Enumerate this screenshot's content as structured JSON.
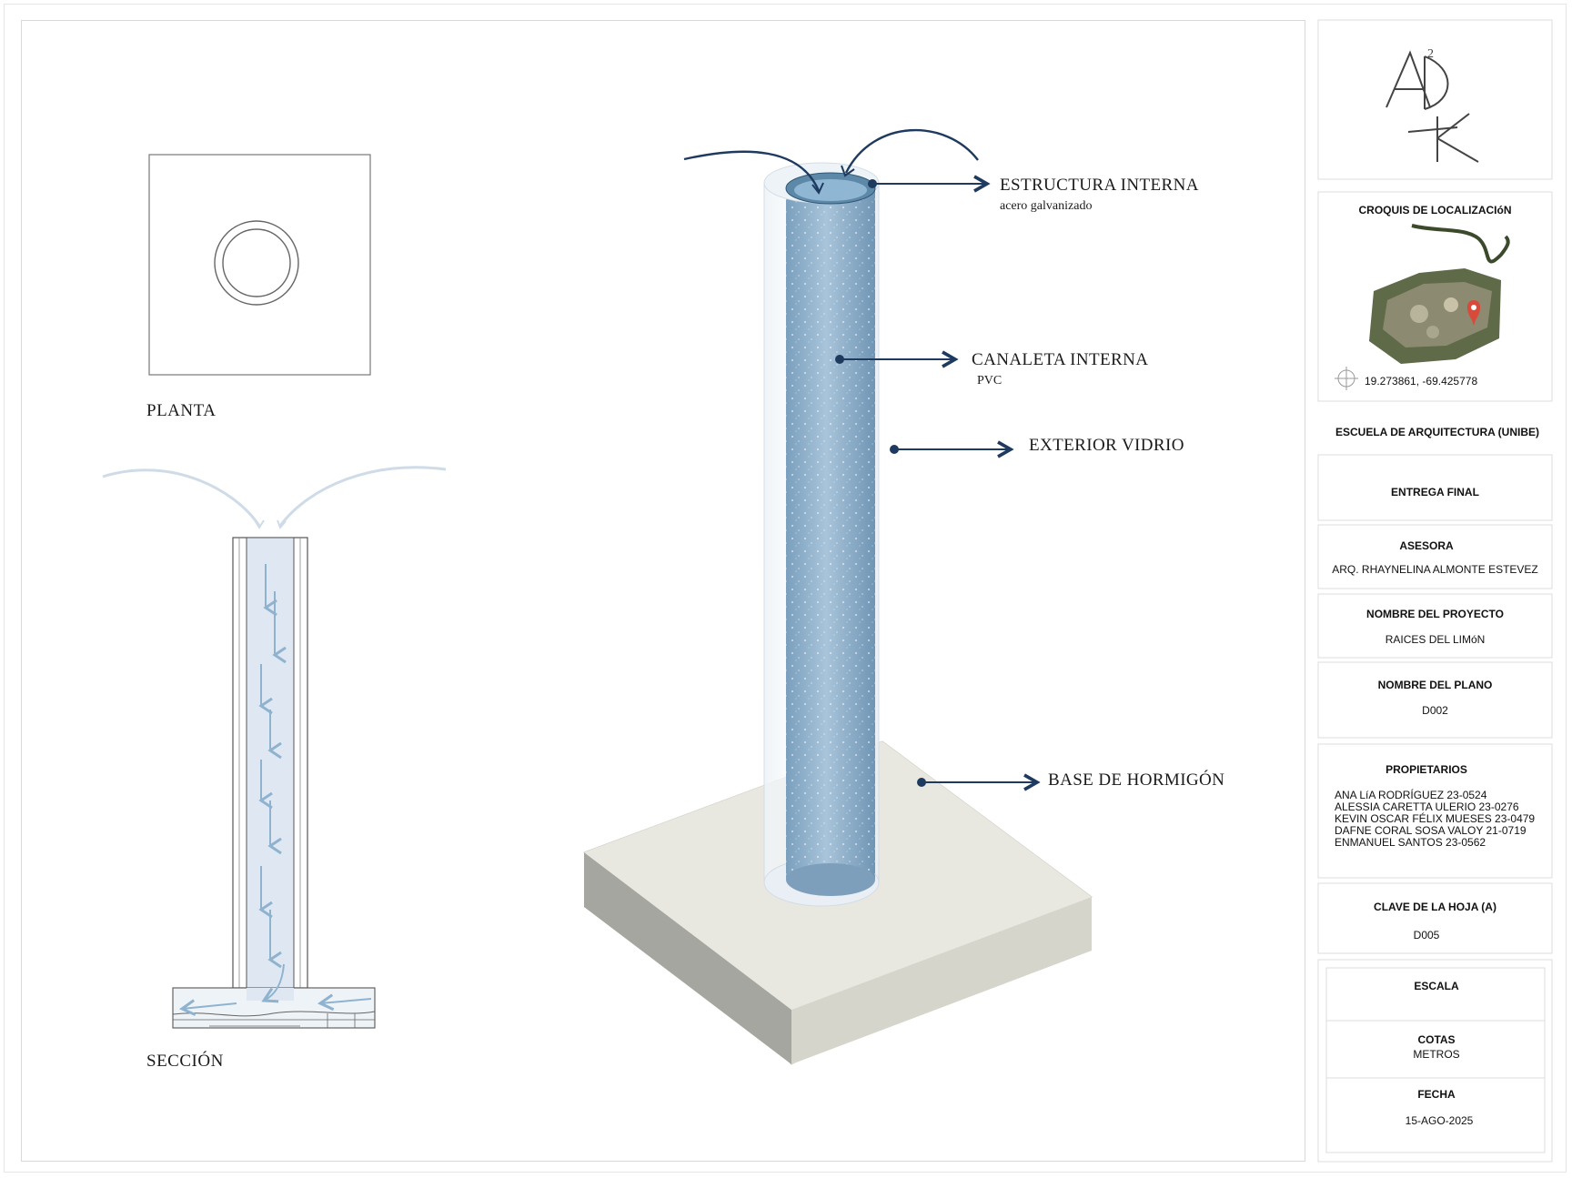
{
  "views": {
    "plan_label": "PLANTA",
    "section_label": "SECCIÓN"
  },
  "callouts": {
    "estructura": {
      "label": "ESTRUCTURA INTERNA",
      "sub": "acero galvanizado"
    },
    "canaleta": {
      "label": "CANALETA INTERNA",
      "sub": "PVC"
    },
    "vidrio": {
      "label": "EXTERIOR VIDRIO"
    },
    "base": {
      "label": "BASE DE HORMIGÓN"
    }
  },
  "colors": {
    "accent": "#1f3a5f",
    "water": "#8fb3cf",
    "concrete": "#e4e4dc"
  },
  "title_block": {
    "logo_text": "ADK",
    "logo_superscript": "2",
    "location": {
      "title": "CROQUIS DE LOCALIZACIóN",
      "coords": "19.273861, -69.425778",
      "marker_icon": "map-pin-icon"
    },
    "school": "ESCUELA DE ARQUITECTURA (UNIBE)",
    "delivery": "ENTREGA FINAL",
    "advisor": {
      "title": "ASESORA",
      "value": "ARQ. RHAYNELINA ALMONTE ESTEVEZ"
    },
    "project": {
      "title": "NOMBRE DEL PROYECTO",
      "value": "RAICES DEL LIMóN"
    },
    "plan_name": {
      "title": "NOMBRE DEL PLANO",
      "value": "D002"
    },
    "owners": {
      "title": "PROPIETARIOS",
      "list": [
        "ANA LíA RODRÍGUEZ 23-0524",
        "ALESSIA CARETTA ULERIO 23-0276",
        "KEVIN OSCAR FÉLIX MUESES 23-0479",
        "DAFNE CORAL SOSA VALOY 21-0719",
        "ENMANUEL SANTOS 23-0562"
      ]
    },
    "sheet_key": {
      "title": "CLAVE DE LA HOJA (A)",
      "value": "D005"
    },
    "scale": {
      "title": "ESCALA",
      "value": ""
    },
    "dimensions": {
      "title": "COTAS",
      "value": "METROS"
    },
    "date": {
      "title": "FECHA",
      "value": "15-AGO-2025"
    }
  }
}
